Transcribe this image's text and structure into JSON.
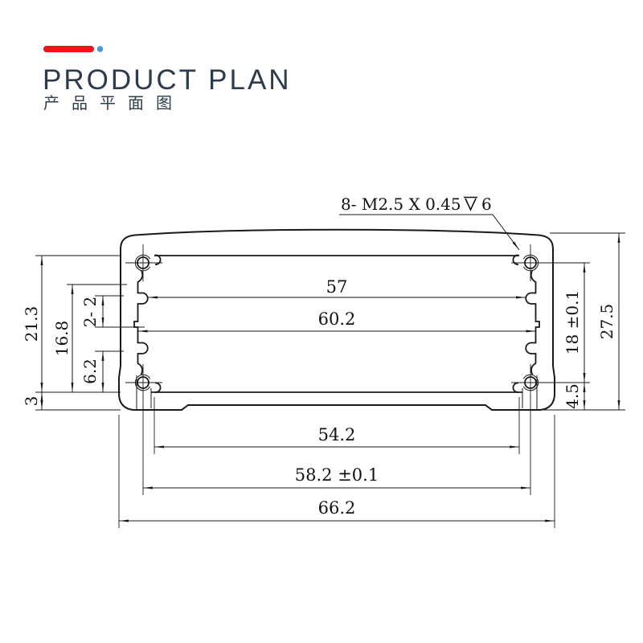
{
  "header": {
    "title": "PRODUCT PLAN",
    "subtitle": "产品平面图",
    "title_color": "#2d3c4c",
    "accent_bar_color": "#ed1515",
    "accent_dot_color": "#4f97e0"
  },
  "drawing": {
    "line_color": "#1a1a1a",
    "callout": {
      "prefix": "8- M2.5 X 0.45",
      "depth_icon": "depth-symbol",
      "suffix": "6"
    },
    "dims": {
      "slot_width": "57",
      "inner_width": "60.2",
      "bottom_recess_width": "54.2",
      "boss_center_width": "58.2 ±0.1",
      "overall_width": "66.2",
      "inner_height_left": "21.3",
      "step_height": "16.8",
      "slot_pair": "2- 2",
      "boss_offset": "6.2",
      "base_thickness": "3",
      "boss_center_height": "18 ±0.1",
      "boss_to_bottom": "4.5",
      "overall_height": "27.5"
    }
  }
}
